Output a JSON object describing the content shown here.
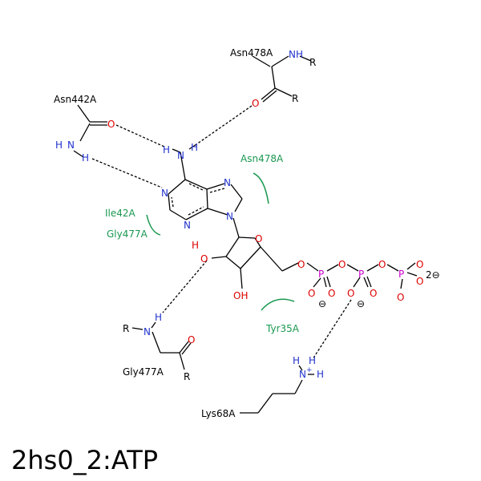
{
  "title": "2hs0_2:ATP",
  "colors": {
    "residue_label": "#000000",
    "hydrophobic_label": "#1a9850",
    "nitrogen": "#2233cc",
    "oxygen": "#dd0000",
    "phosphorus": "#cc00cc",
    "bond": "#000000"
  },
  "residues_hbond": [
    "Asn478A",
    "Asn442A",
    "Gly477A",
    "Lys68A"
  ],
  "residues_hydrophobic": [
    "Asn478A",
    "Ile42A",
    "Gly477A",
    "Tyr35A"
  ],
  "atoms": {
    "N": "N",
    "H": "H",
    "O": "O",
    "P": "P",
    "R": "R",
    "HO": "HO",
    "OH": "OH",
    "charge_minus": "⊖",
    "charge_2minus": "2⊖",
    "plus": "+"
  }
}
